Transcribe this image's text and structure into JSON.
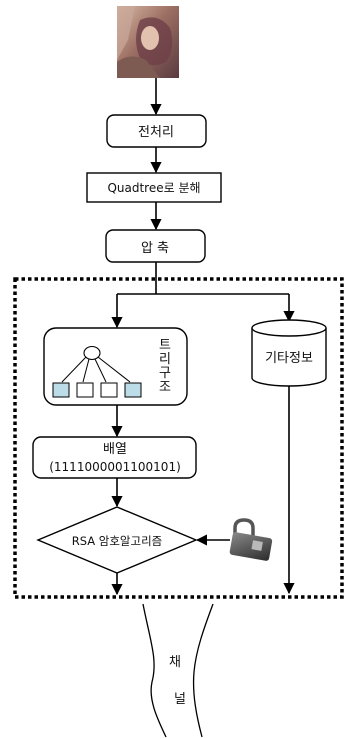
{
  "steps": {
    "preprocess": "전처리",
    "quadtree": "Quadtree로 분해",
    "compress": "압 축"
  },
  "tree": {
    "label_chars": [
      "트",
      "리",
      "구",
      "조"
    ],
    "leaf_fill": "#bcdde8"
  },
  "other_info": "기타정보",
  "array": {
    "title": "배열",
    "bits": "(1111000001100101)"
  },
  "rsa": "RSA 암호알고리즘",
  "channel_chars": [
    "채",
    "널"
  ],
  "icons": [
    "photo-thumbnail",
    "padlock-icon",
    "database-cylinder-icon",
    "tree-structure-icon"
  ]
}
